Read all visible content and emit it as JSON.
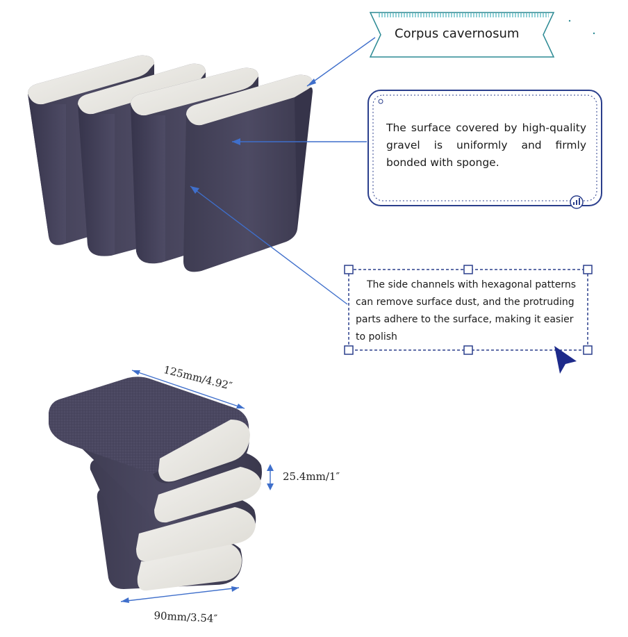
{
  "banner": {
    "label": "Corpus cavernosum"
  },
  "callout_surface": {
    "text": "The surface covered by high-quality gravel is uniformly and firmly bonded with sponge."
  },
  "callout_side": {
    "text": "The side channels with hexagonal patterns can remove surface dust, and the protruding parts adhere to the surface, making it easier to polish"
  },
  "dimensions": {
    "width": "125mm/4.92″",
    "height": "25.4mm/1″",
    "depth": "90mm/3.54″"
  },
  "colors": {
    "sponge_body": "#4a4760",
    "sponge_face": "#ecebe6",
    "annotation_blue": "#3f6fcb",
    "frame_navy": "#2a3e8c",
    "banner_teal": "#2c8a94"
  },
  "icons": [
    "arrow-cursor-icon",
    "chart-icon"
  ]
}
